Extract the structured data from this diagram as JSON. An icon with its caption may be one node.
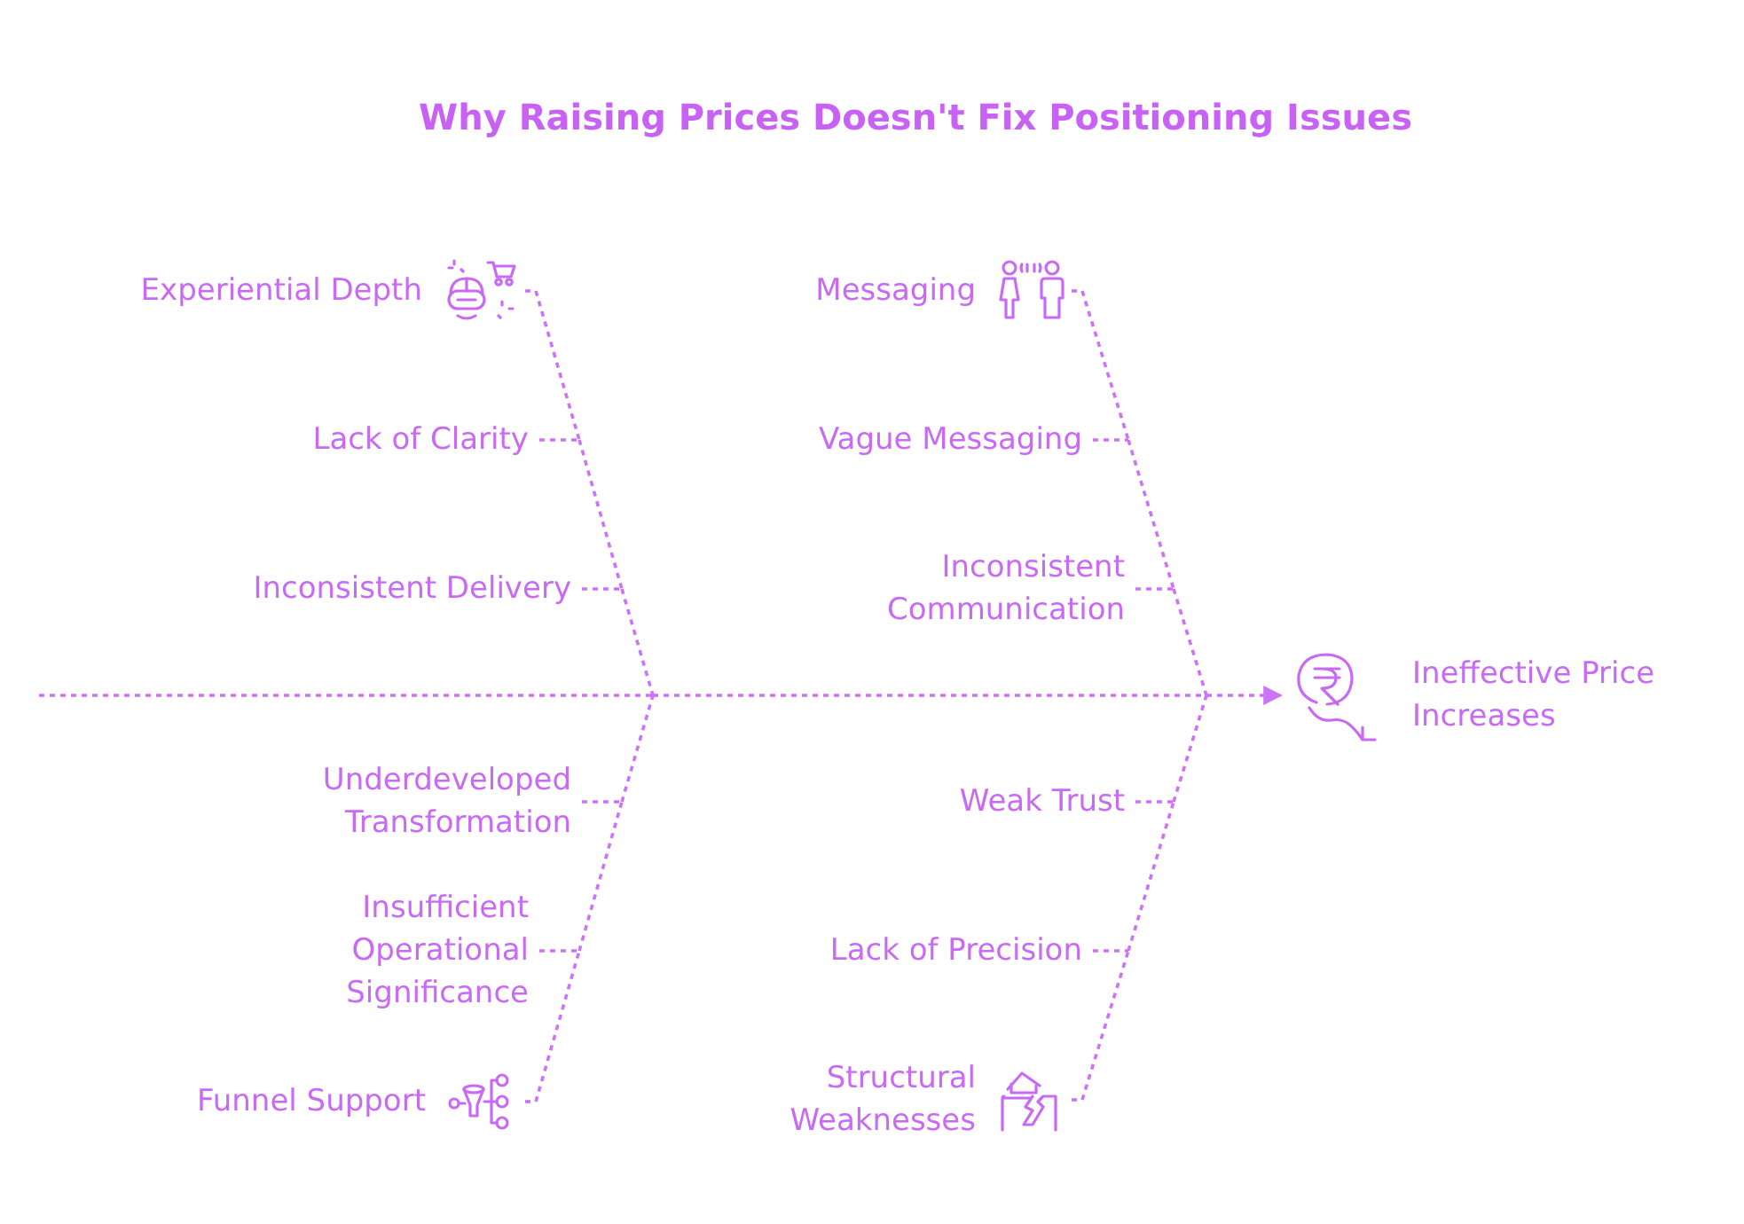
{
  "diagram": {
    "title": "Why Raising Prices Doesn't Fix Positioning Issues",
    "nodes": [
      {
        "text": [
          "Experiential Depth"
        ]
      },
      {
        "text": [
          "Lack of Clarity"
        ]
      },
      {
        "text": [
          "Inconsistent Delivery"
        ]
      },
      {
        "text": [
          "Messaging"
        ]
      },
      {
        "text": [
          "Vague Messaging"
        ]
      },
      {
        "text": [
          "Inconsistent Communication"
        ]
      },
      {
        "text": [
          "Underdeveloped Transformation"
        ]
      },
      {
        "text": [
          "Insufficient Operational Significance"
        ]
      },
      {
        "text": [
          "Funnel Support"
        ]
      },
      {
        "text": [
          "Weak Trust"
        ]
      },
      {
        "text": [
          "Lack of Precision"
        ]
      },
      {
        "text": [
          "Structural Weaknesses"
        ]
      },
      {
        "text": [
          "Ineffective Price Increases"
        ]
      }
    ],
    "edges": [
      {
        "from": null,
        "to": 12,
        "arrow": "to",
        "style": "dashed"
      },
      {
        "from": 0,
        "to": 12,
        "arrow": "to",
        "style": "dashed"
      },
      {
        "from": 1,
        "to": 12,
        "arrow": "to",
        "style": "dashed"
      },
      {
        "from": 2,
        "to": 12,
        "arrow": "to",
        "style": "dashed"
      },
      {
        "from": 3,
        "to": 12,
        "arrow": "to",
        "style": "dashed"
      },
      {
        "from": 4,
        "to": 12,
        "arrow": "to",
        "style": "dashed"
      },
      {
        "from": 5,
        "to": 12,
        "arrow": "to",
        "style": "dashed"
      },
      {
        "from": 6,
        "to": 12,
        "arrow": "to",
        "style": "dashed"
      },
      {
        "from": 7,
        "to": 12,
        "arrow": "to",
        "style": "dashed"
      },
      {
        "from": 8,
        "to": 12,
        "arrow": "to",
        "style": "dashed"
      },
      {
        "from": 9,
        "to": 12,
        "arrow": "to",
        "style": "dashed"
      },
      {
        "from": 10,
        "to": 12,
        "arrow": "to",
        "style": "dashed"
      },
      {
        "from": 11,
        "to": 12,
        "arrow": "to",
        "style": "dashed"
      }
    ]
  }
}
